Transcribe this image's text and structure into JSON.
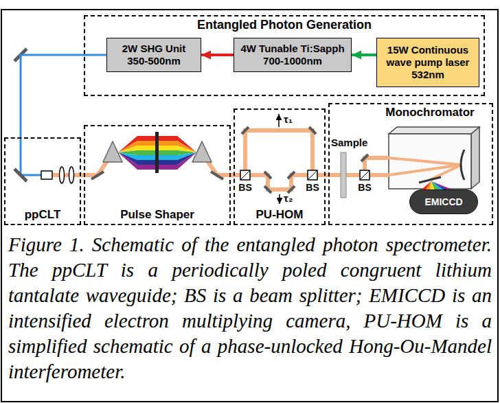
{
  "diagram": {
    "caption": "Figure 1. Schematic of the entangled photon spectrometer. The ppCLT is a periodically poled congruent lithium tantalate waveguide; BS is a beam splitter; EMICCD is an intensified electron multiplying camera, PU-HOM is a simplified schematic of a phase-unlocked Hong-Ou-Mandel interferometer.",
    "nodes": [
      {
        "text": [
          "Entangled Photon Generation"
        ]
      },
      {
        "text": [
          "2W SHG Unit 350-500nm"
        ],
        "in": 0
      },
      {
        "text": [
          "4W Tunable Ti:Sapph 700-1000nm"
        ],
        "in": 0
      },
      {
        "text": [
          "15W Continuous wave pump laser 532nm"
        ],
        "in": 0
      },
      {
        "text": [
          "ppCLT"
        ]
      },
      {
        "text": [
          "Pulse Shaper"
        ]
      },
      {
        "text": [
          "PU-HOM"
        ]
      },
      {
        "text": [
          "Monochromator"
        ]
      },
      {
        "text": [
          "EMICCD"
        ],
        "in": 7
      }
    ],
    "edges": [
      {
        "from": 3,
        "to": 2,
        "arrow": "to"
      },
      {
        "from": 2,
        "to": 1,
        "arrow": "to"
      },
      {
        "from": 1,
        "to": 4,
        "arrow": "none"
      },
      {
        "from": 4,
        "to": 5,
        "arrow": "none"
      },
      {
        "from": 5,
        "to": 6,
        "arrow": "none"
      },
      {
        "from": 6,
        "to": 7,
        "arrow": "none"
      }
    ],
    "labels": [
      "BS",
      "τ₁",
      "τ₂",
      "BS",
      "Sample",
      "BS"
    ]
  }
}
